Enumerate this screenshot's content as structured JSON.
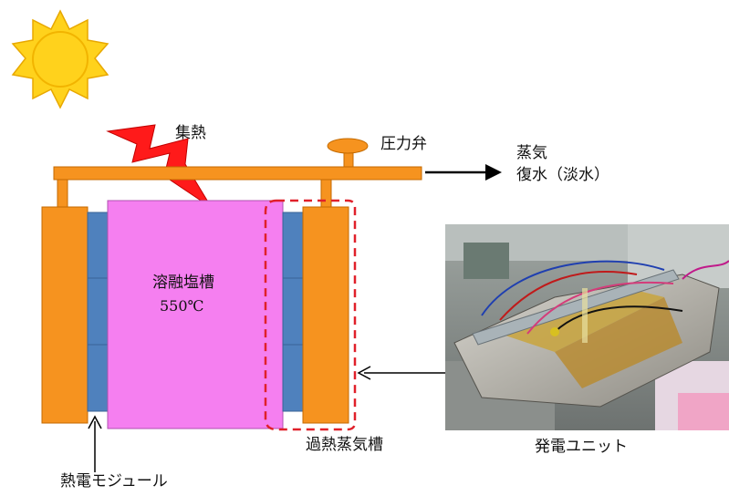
{
  "labels": {
    "heat_collection": "集熱",
    "pressure_valve": "圧力弁",
    "steam": "蒸気",
    "condensate": "復水（淡水）",
    "molten_salt_tank": "溶融塩槽",
    "temperature": "550℃",
    "superheated_steam_tank": "過熱蒸気槽",
    "power_unit": "発電ユニット",
    "thermoelectric_module": "熱電モジュール"
  },
  "colors": {
    "orange": "#f6931f",
    "blue_module": "#4f81bd",
    "magenta_tank": "#f57ff0",
    "sun_yellow": "#ffd21c",
    "lightning_red": "#ff1a1a",
    "dashed_red": "#e0202a"
  },
  "icons": {
    "sun": "sun-icon",
    "lightning": "lightning-icon"
  }
}
